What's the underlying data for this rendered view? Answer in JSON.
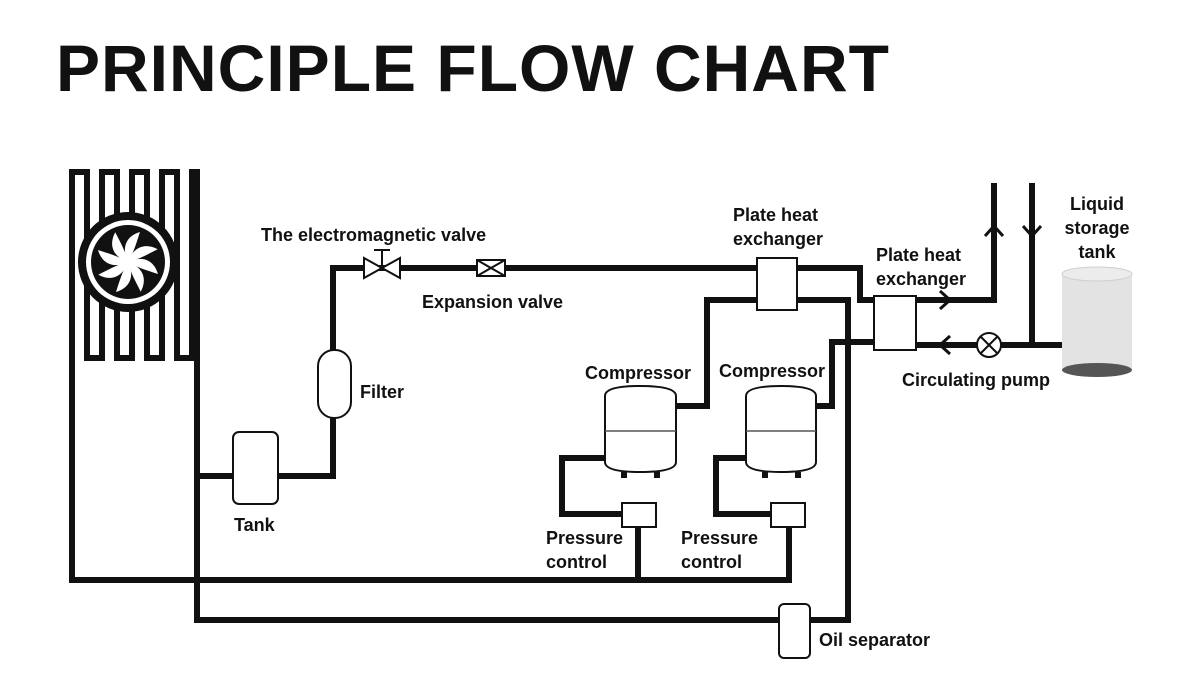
{
  "title": "PRINCIPLE FLOW CHART",
  "labels": {
    "electromagnetic_valve": "The electromagnetic valve",
    "expansion_valve": "Expansion valve",
    "filter": "Filter",
    "tank": "Tank",
    "plate_hx_1": [
      "Plate heat",
      "exchanger"
    ],
    "plate_hx_2": [
      "Plate heat",
      "exchanger"
    ],
    "compressor_1": "Compressor",
    "compressor_2": "Compressor",
    "pressure_control_1": [
      "Pressure",
      "control"
    ],
    "pressure_control_2": [
      "Pressure",
      "control"
    ],
    "circulating_pump": "Circulating pump",
    "liquid_storage_tank": [
      "Liquid",
      "storage",
      "tank"
    ],
    "oil_separator": "Oil separator"
  },
  "icons": {
    "fan": "fan-icon",
    "valve": "solenoid-valve-icon",
    "expansion": "expansion-valve-icon",
    "pump": "pump-icon"
  },
  "colors": {
    "line": "#111111",
    "tank_fill": "#e3e3e3",
    "tank_bottom": "#555555"
  }
}
